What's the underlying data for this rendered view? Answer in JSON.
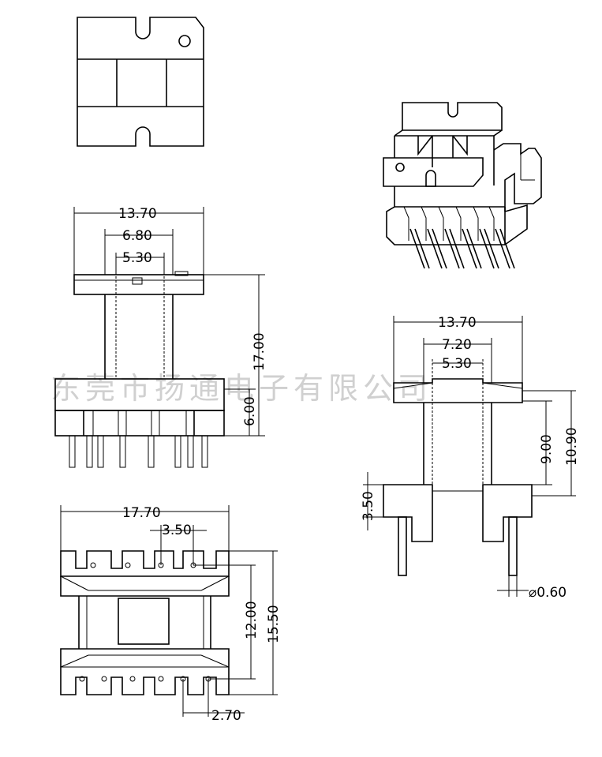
{
  "watermark": "东莞市扬通电子有限公司",
  "dims": {
    "front_width": "13.70",
    "front_inner": "6.80",
    "front_core": "5.30",
    "front_height": "17.00",
    "front_base": "6.00",
    "bottom_width": "17.70",
    "bottom_pitch": "3.50",
    "bottom_inner_h": "12.00",
    "bottom_total_h": "15.50",
    "bottom_row_pitch": "2.70",
    "side_width": "13.70",
    "side_inner": "7.20",
    "side_core": "5.30",
    "side_h1": "9.00",
    "side_h2": "10.90",
    "side_base": "3.50",
    "pin_dia": "⌀0.60"
  }
}
